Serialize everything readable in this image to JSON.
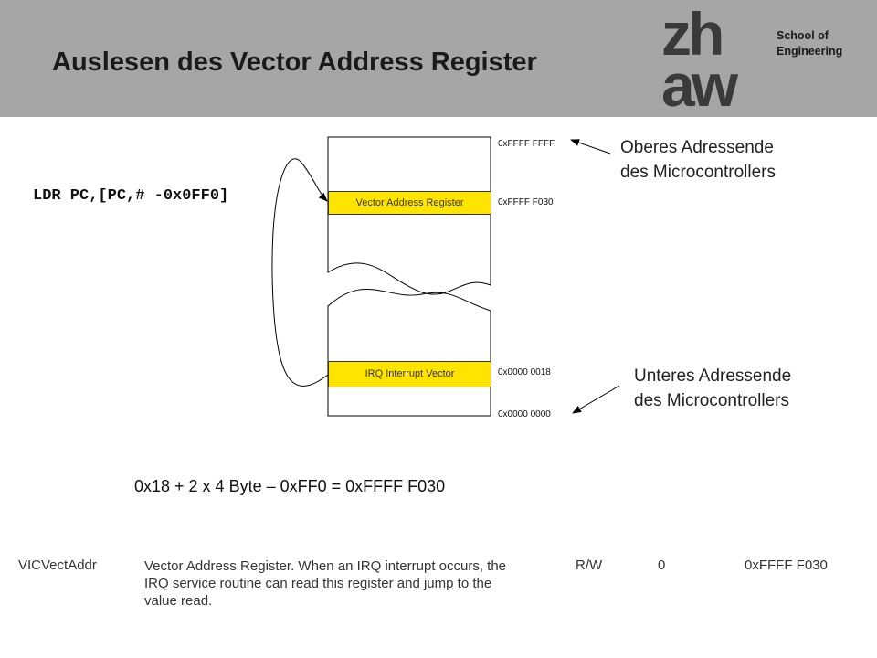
{
  "header": {
    "title": "Auslesen des Vector Address Register",
    "logo_text_line1": "zh",
    "logo_text_line2": "aw",
    "school_line1": "School of",
    "school_line2": "Engineering"
  },
  "code": {
    "instruction": "LDR PC,[PC,# -0x0FF0]"
  },
  "memory": {
    "addr_top": "0xFFFF FFFF",
    "addr_var": "0xFFFF F030",
    "addr_irq": "0x0000 0018",
    "addr_bottom": "0x0000 0000",
    "var_label": "Vector Address Register",
    "irq_label": "IRQ Interrupt Vector"
  },
  "notes": {
    "upper_line1": "Oberes Adressende",
    "upper_line2": "des Microcontrollers",
    "lower_line1": "Unteres Adressende",
    "lower_line2": "des Microcontrollers"
  },
  "formula": "0x18 + 2 x 4 Byte – 0xFF0 = 0xFFFF F030",
  "register_table": {
    "name": "VICVectAddr",
    "description_lines": [
      "Vector Address Register. When an IRQ interrupt occurs, the",
      "IRQ service routine can read this register and jump to the",
      "value read."
    ],
    "access": "R/W",
    "reset_value": "0",
    "address": "0xFFFF F030"
  },
  "colors": {
    "header_bg": "#a6a6a6",
    "register_fill": "#ffe400"
  }
}
